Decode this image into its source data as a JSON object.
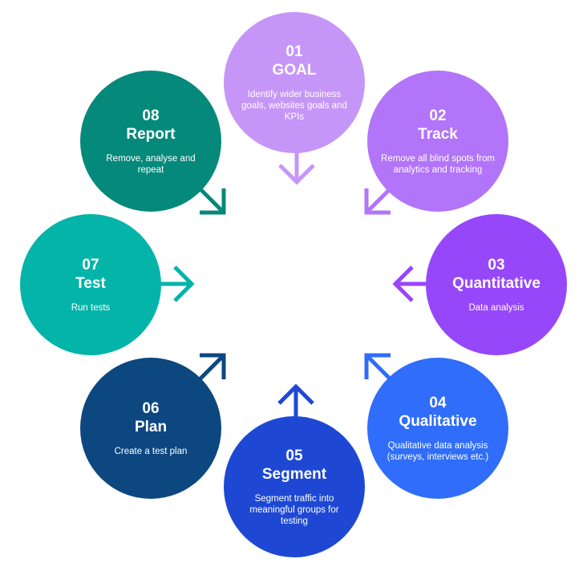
{
  "steps": [
    {
      "number": "01",
      "title": "GOAL",
      "description": "Identify wider business goals, websites goals and KPIs",
      "color": "#c596f7"
    },
    {
      "number": "02",
      "title": "Track",
      "description": "Remove all blind spots from analytics and tracking",
      "color": "#b274f8"
    },
    {
      "number": "03",
      "title": "Quantitative",
      "description": "Data analysis",
      "color": "#9747fa"
    },
    {
      "number": "04",
      "title": "Qualitative",
      "description": "Qualitative data analysis (surveys, interviews etc.)",
      "color": "#2f6dfa"
    },
    {
      "number": "05",
      "title": "Segment",
      "description": "Segment traffic into meaningful groups for testing",
      "color": "#1e48d4"
    },
    {
      "number": "06",
      "title": "Plan",
      "description": "Create a test plan",
      "color": "#0d4780"
    },
    {
      "number": "07",
      "title": "Test",
      "description": "Run tests",
      "color": "#04b4a8"
    },
    {
      "number": "08",
      "title": "Report",
      "description": "Remove, analyse and repeat",
      "color": "#05897b"
    }
  ],
  "arrows": [
    {
      "direction": "down",
      "color": "#c596f7"
    },
    {
      "direction": "down-left",
      "color": "#b274f8"
    },
    {
      "direction": "left",
      "color": "#9747fa"
    },
    {
      "direction": "up-left",
      "color": "#2f6dfa"
    },
    {
      "direction": "up",
      "color": "#1e48d4"
    },
    {
      "direction": "up-right",
      "color": "#0d4780"
    },
    {
      "direction": "right",
      "color": "#04b4a8"
    },
    {
      "direction": "down-right",
      "color": "#05897b"
    }
  ]
}
